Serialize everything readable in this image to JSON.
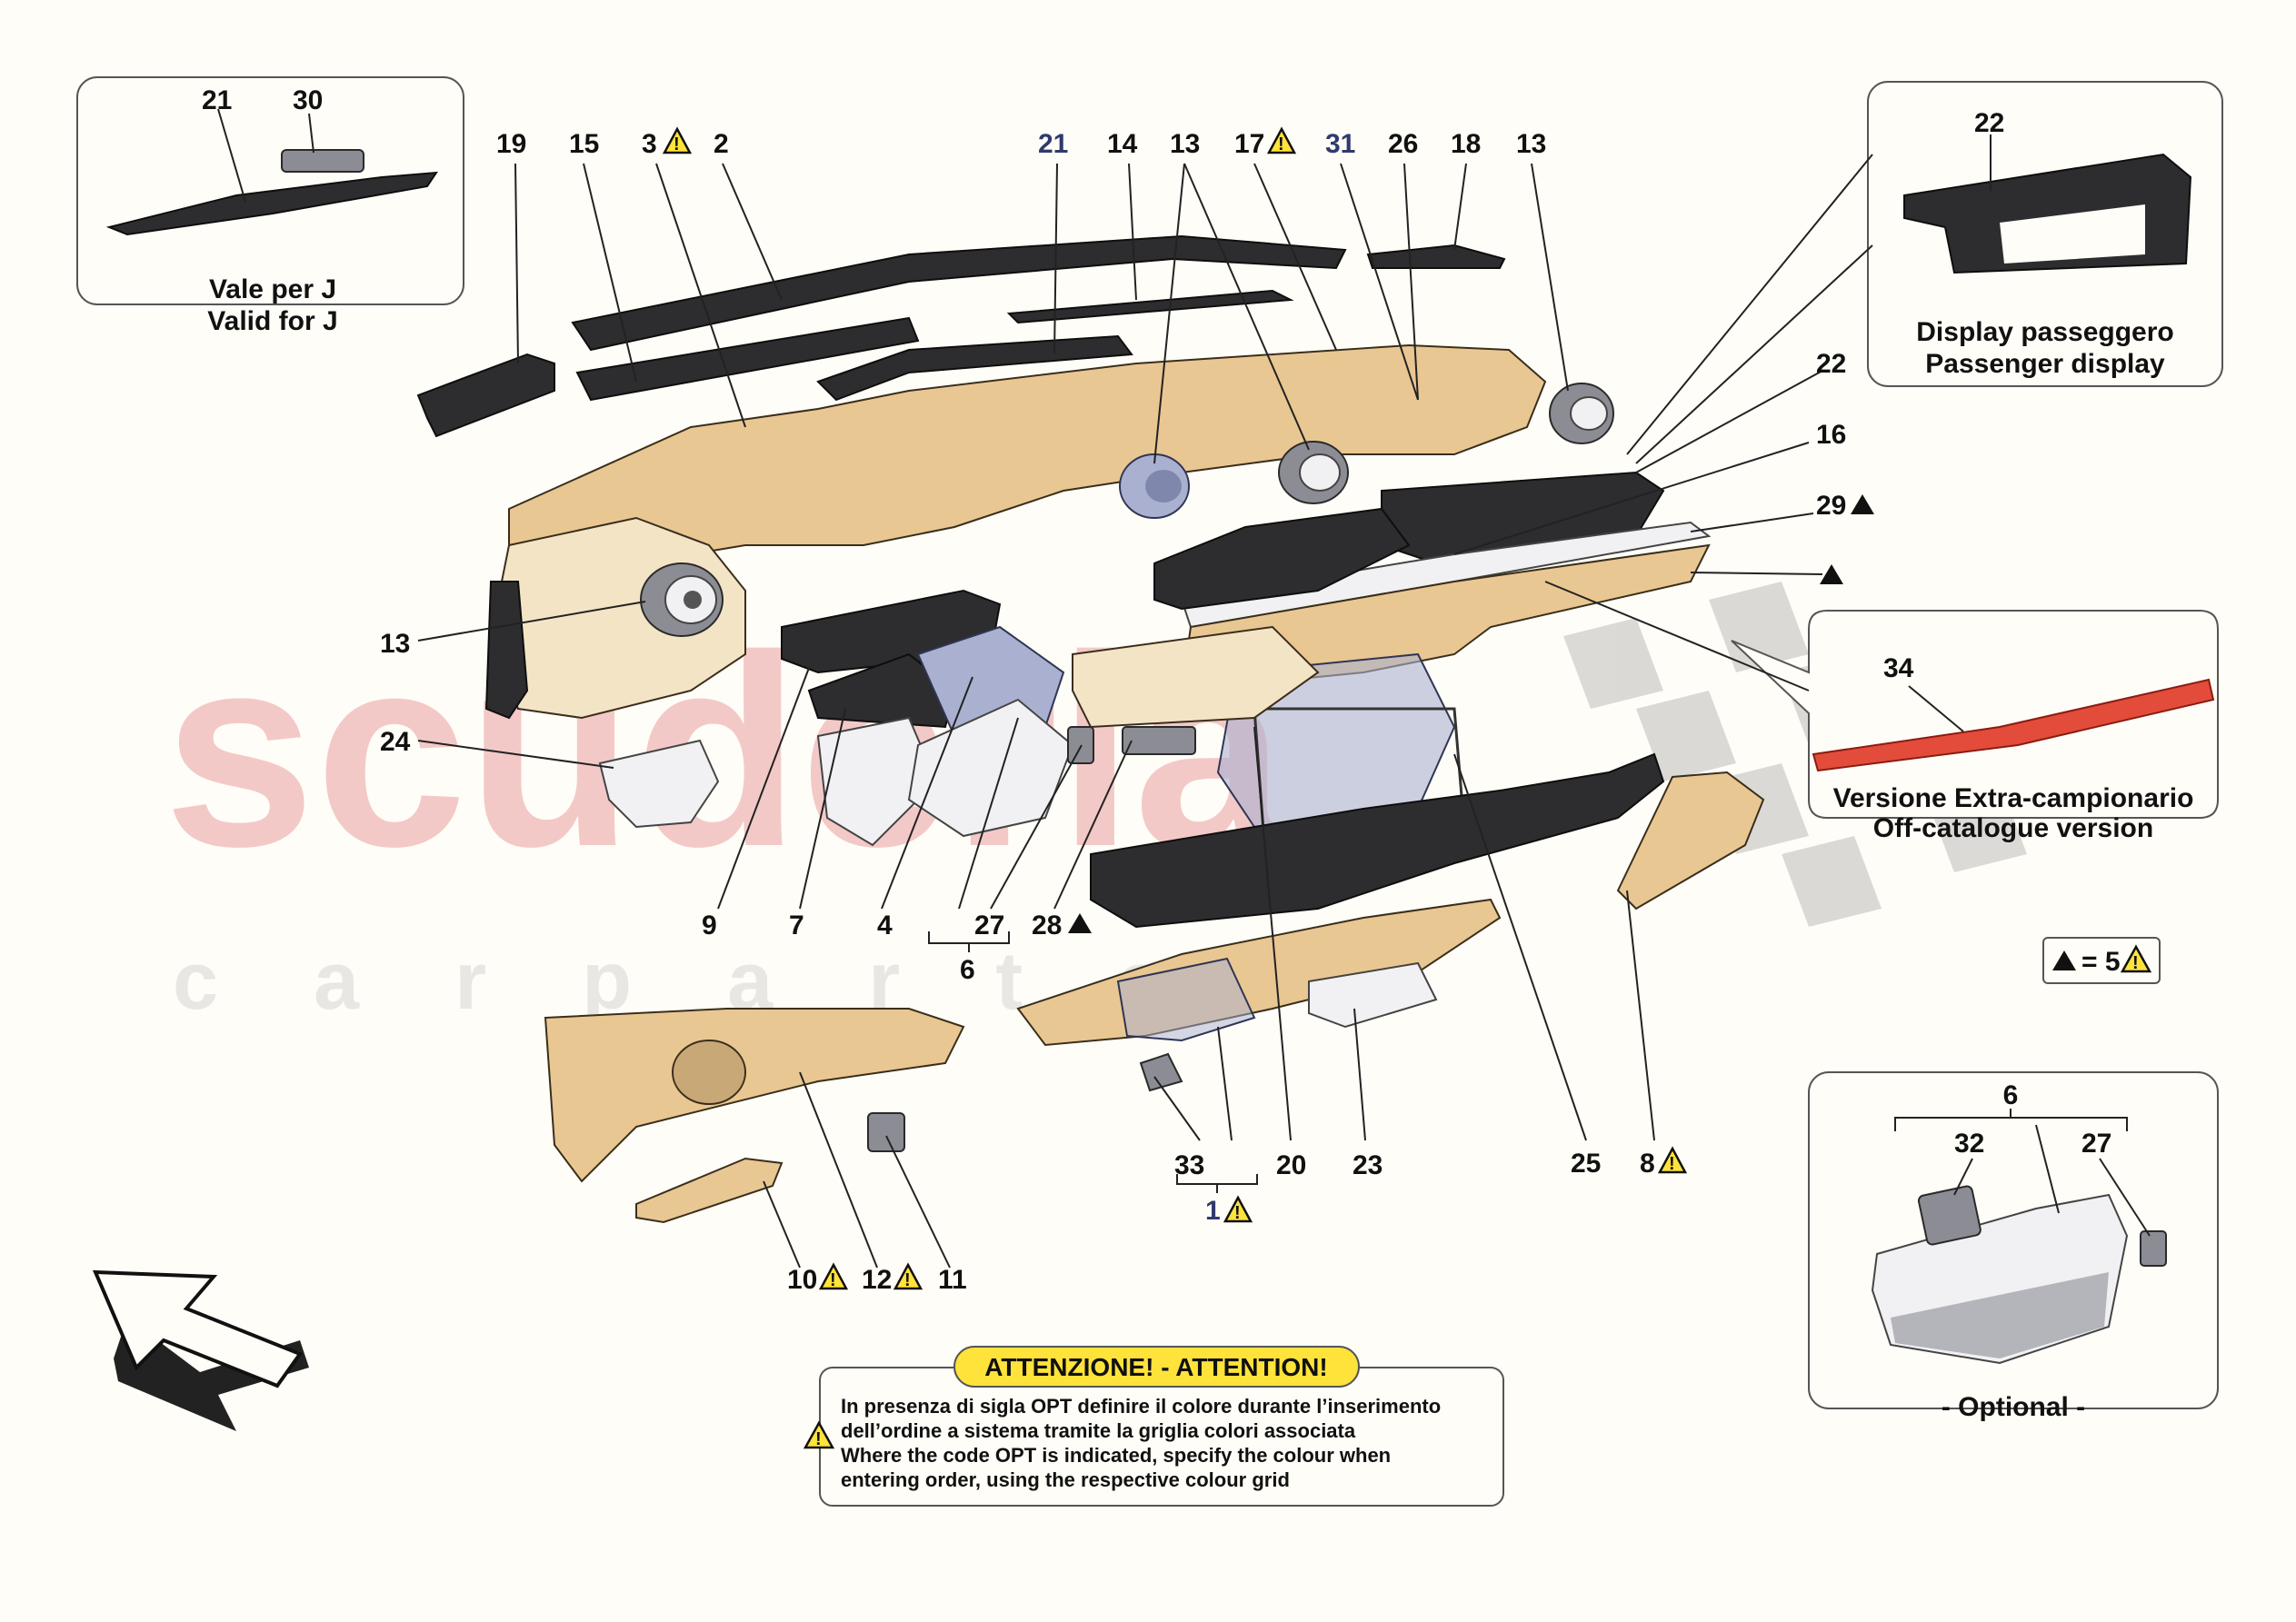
{
  "watermark": {
    "brand": "scuderia",
    "sub": "c a r p a r t s",
    "brand_color": "#e8a8a8",
    "sub_color": "#d9d9d9"
  },
  "labels": {
    "l19": "19",
    "l15": "15",
    "l3": "3",
    "l2": "2",
    "l21": "21",
    "l14": "14",
    "l13a": "13",
    "l17": "17",
    "l31": "31",
    "l26": "26",
    "l18": "18",
    "l13b": "13",
    "l22": "22",
    "l16": "16",
    "l29": "29",
    "l13c": "13",
    "l24": "24",
    "l9": "9",
    "l7": "7",
    "l4": "4",
    "l27": "27",
    "l6": "6",
    "l28": "28",
    "l33": "33",
    "l1": "1",
    "l20": "20",
    "l23": "23",
    "l25": "25",
    "l8": "8",
    "l10": "10",
    "l12": "12",
    "l11": "11"
  },
  "inset_j": {
    "n21": "21",
    "n30": "30",
    "line1": "Vale per J",
    "line2": "Valid for J"
  },
  "inset_display": {
    "n22": "22",
    "line1": "Display passeggero",
    "line2": "Passenger display"
  },
  "inset_offcat": {
    "n34": "34",
    "line1": "Versione Extra-campionario",
    "line2": "Off-catalogue version"
  },
  "inset_optional": {
    "n6": "6",
    "n32": "32",
    "n27": "27",
    "caption": "- Optional -"
  },
  "legend": {
    "text": "= 5"
  },
  "attention": {
    "title": "ATTENZIONE! - ATTENTION!",
    "line1": "In presenza di sigla OPT definire il colore durante l’inserimento",
    "line2": "dell’ordine a sistema tramite la griglia colori associata",
    "line3": "Where the code OPT is indicated, specify the colour when",
    "line4": "entering order, using the respective colour grid"
  },
  "colors": {
    "accent_warning": "#ffe33a",
    "tan": "#e9c792",
    "offcatalogue_red": "#e34c3a"
  }
}
